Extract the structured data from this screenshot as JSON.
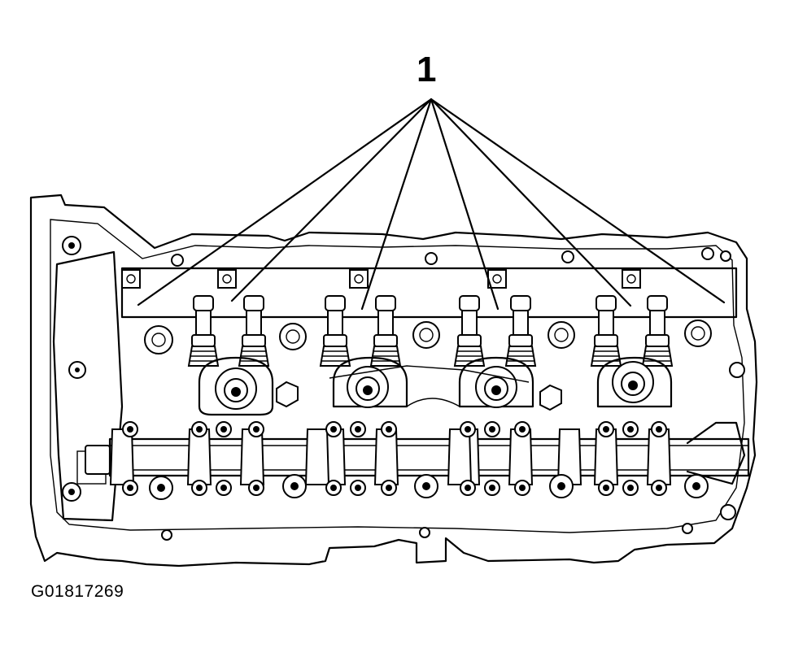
{
  "callout": {
    "label": "1"
  },
  "figure": {
    "id": "G01817269"
  },
  "diagram": {
    "callout_target_count": 6,
    "camshaft_lobe_count": 12,
    "injector_count": 8
  }
}
